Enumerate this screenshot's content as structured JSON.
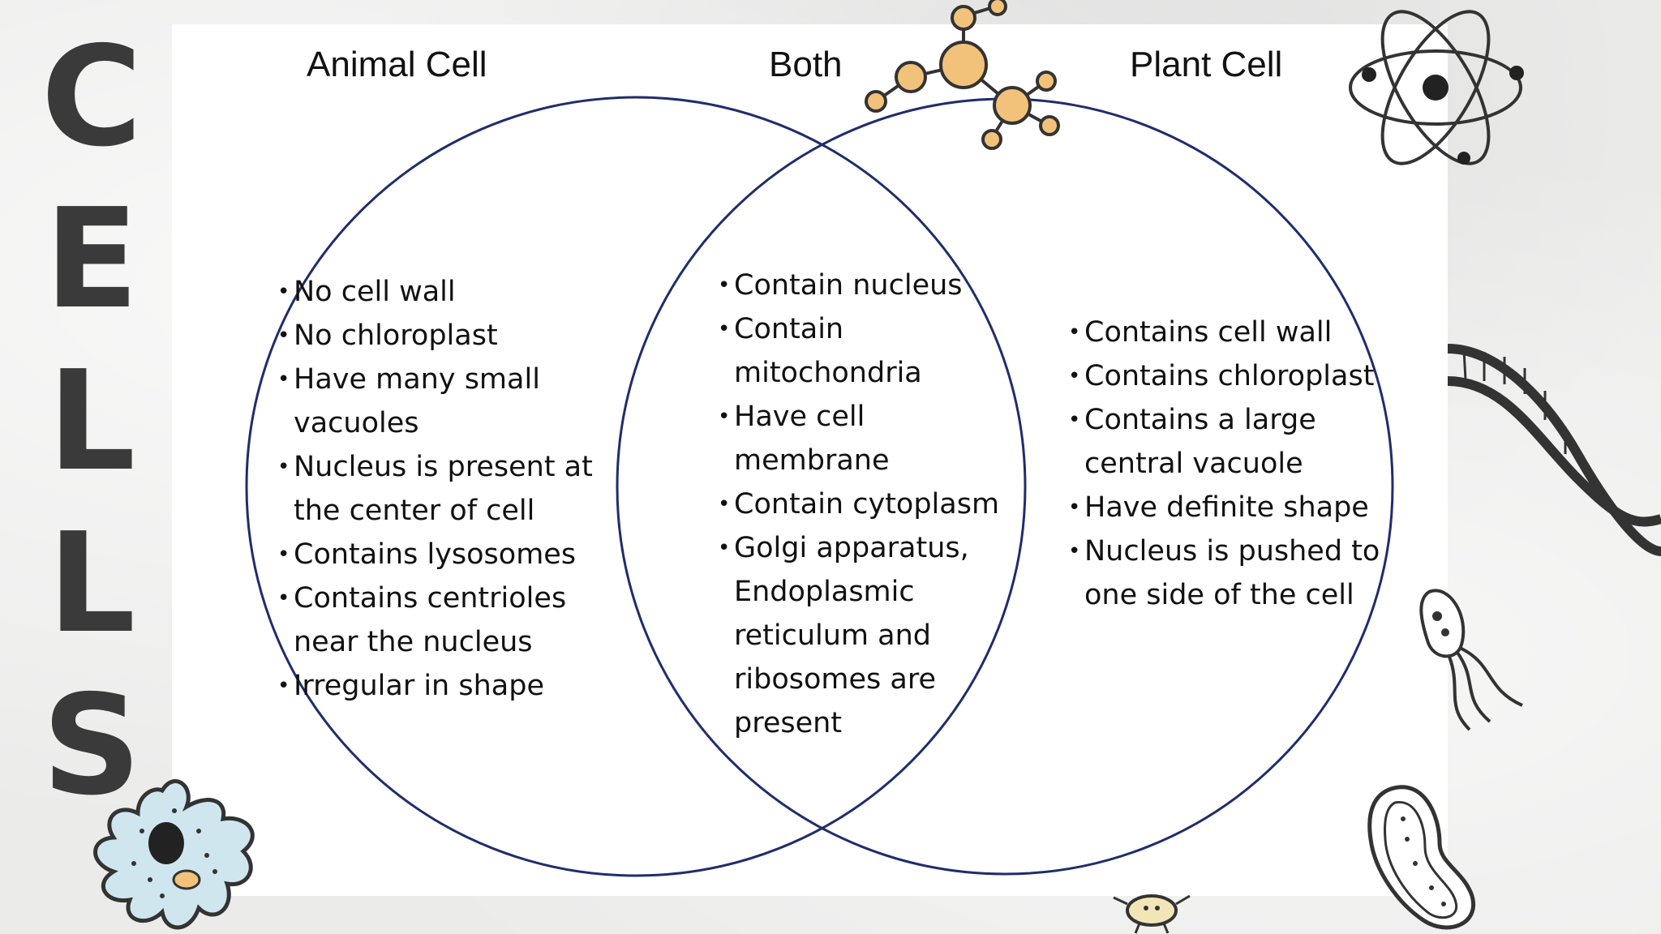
{
  "title_letters": [
    "C",
    "E",
    "L",
    "L",
    "S"
  ],
  "venn": {
    "left": {
      "heading": "Animal Cell",
      "items": [
        "No cell wall",
        "No chloroplast",
        "Have many small vacuoles",
        "Nucleus is present at the center of cell",
        "Contains lysosomes",
        "Contains centrioles near the nucleus",
        "Irregular in shape"
      ]
    },
    "center": {
      "heading": "Both",
      "items": [
        "Contain nucleus",
        "Contain mitochondria",
        "Have cell membrane",
        "Contain cytoplasm",
        "Golgi apparatus, Endoplasmic reticulum and ribosomes are present"
      ]
    },
    "right": {
      "heading": "Plant Cell",
      "items": [
        "Contains cell wall",
        "Contains chloroplast",
        "Contains a large central vacuole",
        "Have definite shape",
        "Nucleus is pushed to one side of the cell"
      ]
    }
  },
  "colors": {
    "circle_stroke": "#1f2d6b",
    "molecule_fill": "#f2c27b",
    "amoeba_fill": "#cfe6ee",
    "title_text": "#3a3a3a"
  },
  "decorations": [
    "atom-icon",
    "molecule-icon",
    "dna-helix-icon",
    "bacteria-icon",
    "paramecium-icon",
    "amoeba-icon",
    "microbe-icon"
  ]
}
